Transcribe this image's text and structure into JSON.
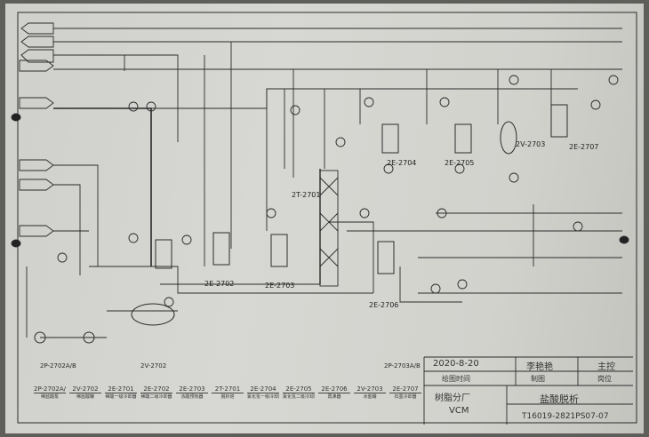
{
  "title_block": {
    "date": "2020-8-20",
    "drawn_by": "李艳艳",
    "role": "主控",
    "date_label": "绘图时间",
    "drawn_label": "制图",
    "post": "岗位",
    "plant": "树脂分厂",
    "unit": "VCM",
    "drawing_title": "盐酸脱析",
    "drawing_no": "T16019-2821PS07-07"
  },
  "equipment_on_drawing": [
    "2T-2701",
    "2E-2702",
    "2E-2703",
    "2E-2704",
    "2E-2705",
    "2V-2703",
    "2E-2707",
    "2E-2706",
    "2V-2702",
    "2P-2702A/B",
    "2P-2703A/B"
  ],
  "legend": [
    {
      "tag": "2P-2702A/B",
      "desc": "稀盐酸泵"
    },
    {
      "tag": "2V-2702",
      "desc": "稀盐酸罐"
    },
    {
      "tag": "2E-2701",
      "desc": "稀酸一级冷却器"
    },
    {
      "tag": "2E-2702",
      "desc": "稀酸二级冷却器"
    },
    {
      "tag": "2E-2703",
      "desc": "浓酸预热器"
    },
    {
      "tag": "2T-2701",
      "desc": "脱析塔"
    },
    {
      "tag": "2E-2704",
      "desc": "氯化氢一级冷却器"
    },
    {
      "tag": "2E-2705",
      "desc": "氯化氢二级冷却器"
    },
    {
      "tag": "2E-2706",
      "desc": "再沸器"
    },
    {
      "tag": "2V-2703",
      "desc": "冰盐罐"
    },
    {
      "tag": "2E-2707",
      "desc": "石墨冷却器"
    }
  ]
}
